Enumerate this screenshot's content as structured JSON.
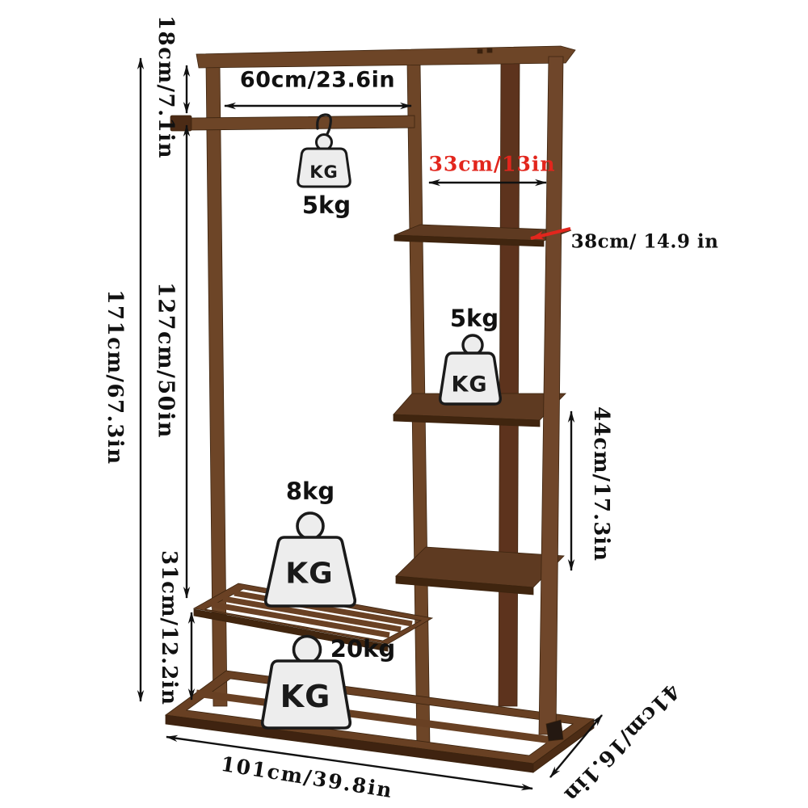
{
  "page": {
    "type": "product dimension diagram",
    "product": "wooden garment rack with hanging rod and side shelves",
    "background": "#ffffff"
  },
  "colors": {
    "wood": "#6d4527",
    "wood_shelf": "#5e3a21",
    "wood_dark_edge": "#3f2512",
    "accent_red": "#e2261d",
    "label_black": "#111111",
    "weight_fill": "#ededed"
  },
  "dims": {
    "top_gap": "18cm/7.1in",
    "rod_length": "60cm/23.6in",
    "total_height": "171cm/67.3in",
    "hanging_height": "127cm/50in",
    "shelf_width": "33cm/13in",
    "shelf_depth": "38cm/ 14.9 in",
    "shelf_gap": "44cm/17.3in",
    "bottom_gap": "31cm/12.2in",
    "base_width": "101cm/39.8in",
    "base_depth": "41cm/16.1in"
  },
  "loads": {
    "kg_unit": "KG",
    "rod": "5kg",
    "middle_shelf": "5kg",
    "slat_shelf": "8kg",
    "base_shelf": "20kg"
  }
}
